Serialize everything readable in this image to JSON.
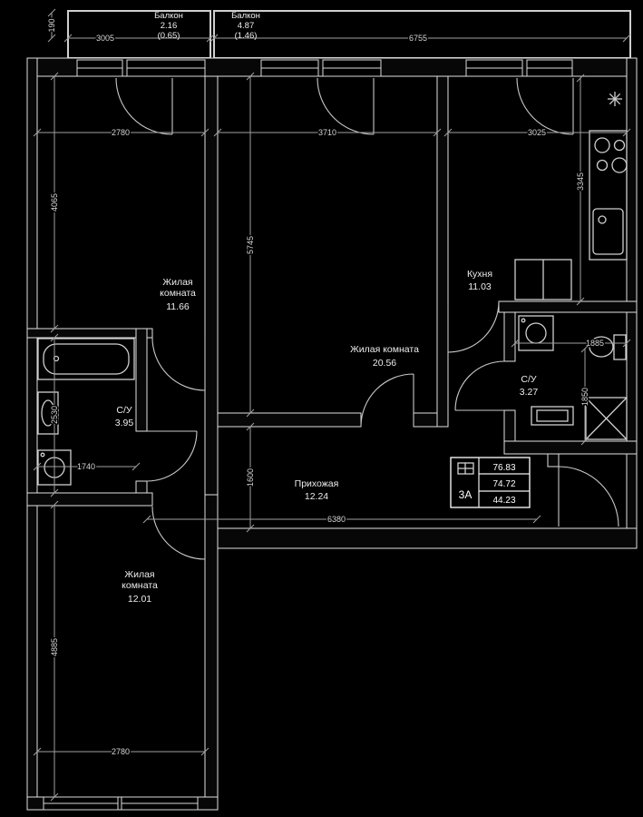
{
  "colors": {
    "background": "#000000",
    "wall_fill": "#070707",
    "line": "#d9d9d9",
    "text": "#ececec"
  },
  "balconies": [
    {
      "name": "Балкон",
      "area": "2.16",
      "area_coef": "(0.65)"
    },
    {
      "name": "Балкон",
      "area": "4.87",
      "area_coef": "(1.46)"
    }
  ],
  "rooms": {
    "living1": {
      "name_line1": "Жилая",
      "name_line2": "комната",
      "area": "11.66"
    },
    "living2": {
      "name": "Жилая комната",
      "area": "20.56"
    },
    "kitchen": {
      "name": "Кухня",
      "area": "11.03"
    },
    "bath1": {
      "name": "С/У",
      "area": "3.95"
    },
    "bath2": {
      "name": "С/У",
      "area": "3.27"
    },
    "hallway": {
      "name": "Прихожая",
      "area": "12.24"
    },
    "living3": {
      "name_line1": "Жилая",
      "name_line2": "комната",
      "area": "12.01"
    }
  },
  "dimensions": {
    "balcony1_width": "3005",
    "balcony2_width": "6755",
    "balcony_offset": "190",
    "living1_width": "2780",
    "living1_height": "4065",
    "living2_width": "3710",
    "living2_height": "5745",
    "kitchen_width": "3025",
    "kitchen_height": "3345",
    "bath1_height": "2530",
    "bath1_width": "1740",
    "hallway_height": "1600",
    "hallway_width": "6380",
    "bath2_width": "1885",
    "bath2_height": "1850",
    "living3_height": "4885",
    "living3_width": "2780"
  },
  "title_block": {
    "unit_type": "3А",
    "area_values": [
      "76.83",
      "74.72",
      "44.23"
    ]
  },
  "icons": {
    "vent_star": "✳",
    "fixtures": [
      "bathtub",
      "sink",
      "washing-machine",
      "stove-burners",
      "kitchen-sink",
      "fridge",
      "toilet",
      "shower"
    ]
  }
}
